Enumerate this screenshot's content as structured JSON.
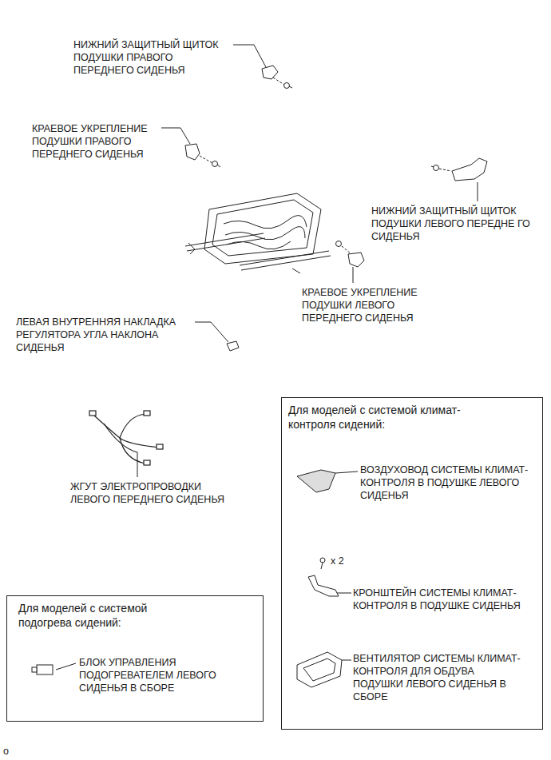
{
  "diagram": {
    "nodes": [
      {
        "text": [
          "Для моделей с системой климат- контроля сидений:",
          "ВОЗДУХОВОД СИСТЕМЫ КЛИМАТ-КОНТРОЛЯ В ПОДУШКЕ ЛЕВОГО СИДЕНЬЯ",
          "x 2",
          "КРОНШТЕЙН СИСТЕМЫ КЛИМАТ-КОНТРОЛЯ В ПОДУШКЕ СИДЕНЬЯ",
          "ВЕНТИЛЯТОР СИСТЕМЫ КЛИМАТ-КОНТРОЛЯ ДЛЯ ОБДУВА ПОДУШКИ ЛЕВОГО СИДЕНЬЯ В СБОРЕ"
        ]
      },
      {
        "text": [
          "Для моделей с системой подогрева сидений:",
          "БЛОК УПРАВЛЕНИЯ ПОДОГРЕВАТЕЛЕМ ЛЕВОГО СИДЕНЬЯ В СБОРЕ"
        ]
      }
    ],
    "labels": [
      "НИЖНИЙ ЗАЩИТНЫЙ ЩИТОК ПОДУШКИ ПРАВОГО ПЕРЕДНЕГО СИДЕНЬЯ",
      "КРАЕВОЕ УКРЕПЛЕНИЕ ПОДУШКИ ПРАВОГО ПЕРЕДНЕГО СИДЕНЬЯ",
      "НИЖНИЙ ЗАЩИТНЫЙ ЩИТОК ПОДУШКИ ЛЕВОГО ПЕРЕДНЕ ГО СИДЕНЬЯ",
      "КРАЕВОЕ УКРЕПЛЕНИЕ ПОДУШКИ ЛЕВОГО ПЕРЕДНЕГО СИДЕНЬЯ",
      "ЛЕВАЯ ВНУТРЕННЯЯ НАКЛАДКА РЕГУЛЯТОРА УГЛА НАКЛОНА СИДЕНЬЯ",
      "ЖГУТ ЭЛЕКТРОПРОВОДКИ ЛЕВОГО ПЕРЕДНЕГО СИДЕНЬЯ",
      "o"
    ]
  }
}
